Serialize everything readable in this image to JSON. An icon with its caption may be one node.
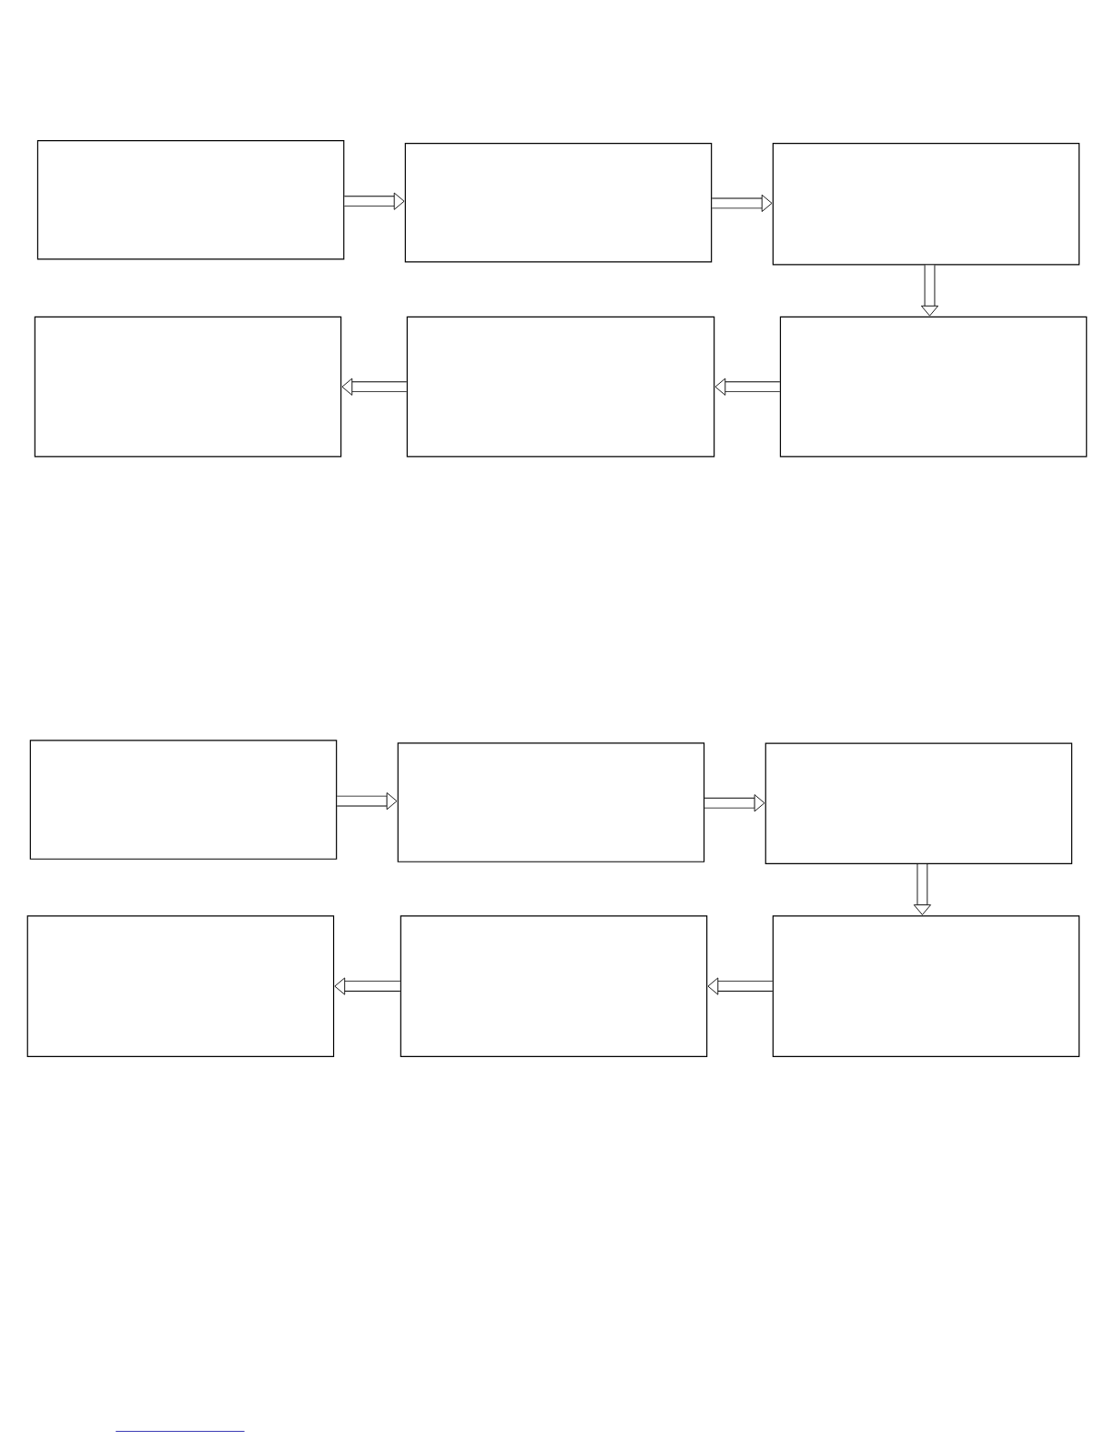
{
  "diagram": {
    "nodes": [
      {
        "text": [],
        "shape": "box"
      },
      {
        "text": [],
        "shape": "box"
      },
      {
        "text": [],
        "shape": "box"
      },
      {
        "text": [],
        "shape": "box"
      },
      {
        "text": [],
        "shape": "box"
      },
      {
        "text": [],
        "shape": "box"
      },
      {
        "text": [],
        "shape": "box"
      },
      {
        "text": [],
        "shape": "box"
      },
      {
        "text": [],
        "shape": "box"
      },
      {
        "text": [],
        "shape": "box"
      },
      {
        "text": [],
        "shape": "box"
      },
      {
        "text": [],
        "shape": "box"
      }
    ],
    "edges": [
      {
        "from": 0,
        "to": 1,
        "arrow": "to"
      },
      {
        "from": 1,
        "to": 2,
        "arrow": "to"
      },
      {
        "from": 2,
        "to": 5,
        "arrow": "to"
      },
      {
        "from": 5,
        "to": 4,
        "arrow": "to"
      },
      {
        "from": 4,
        "to": 3,
        "arrow": "to"
      },
      {
        "from": 6,
        "to": 7,
        "arrow": "to"
      },
      {
        "from": 7,
        "to": 8,
        "arrow": "to"
      },
      {
        "from": 8,
        "to": 11,
        "arrow": "to"
      },
      {
        "from": 11,
        "to": 10,
        "arrow": "to"
      },
      {
        "from": 10,
        "to": 9,
        "arrow": "to"
      }
    ]
  }
}
